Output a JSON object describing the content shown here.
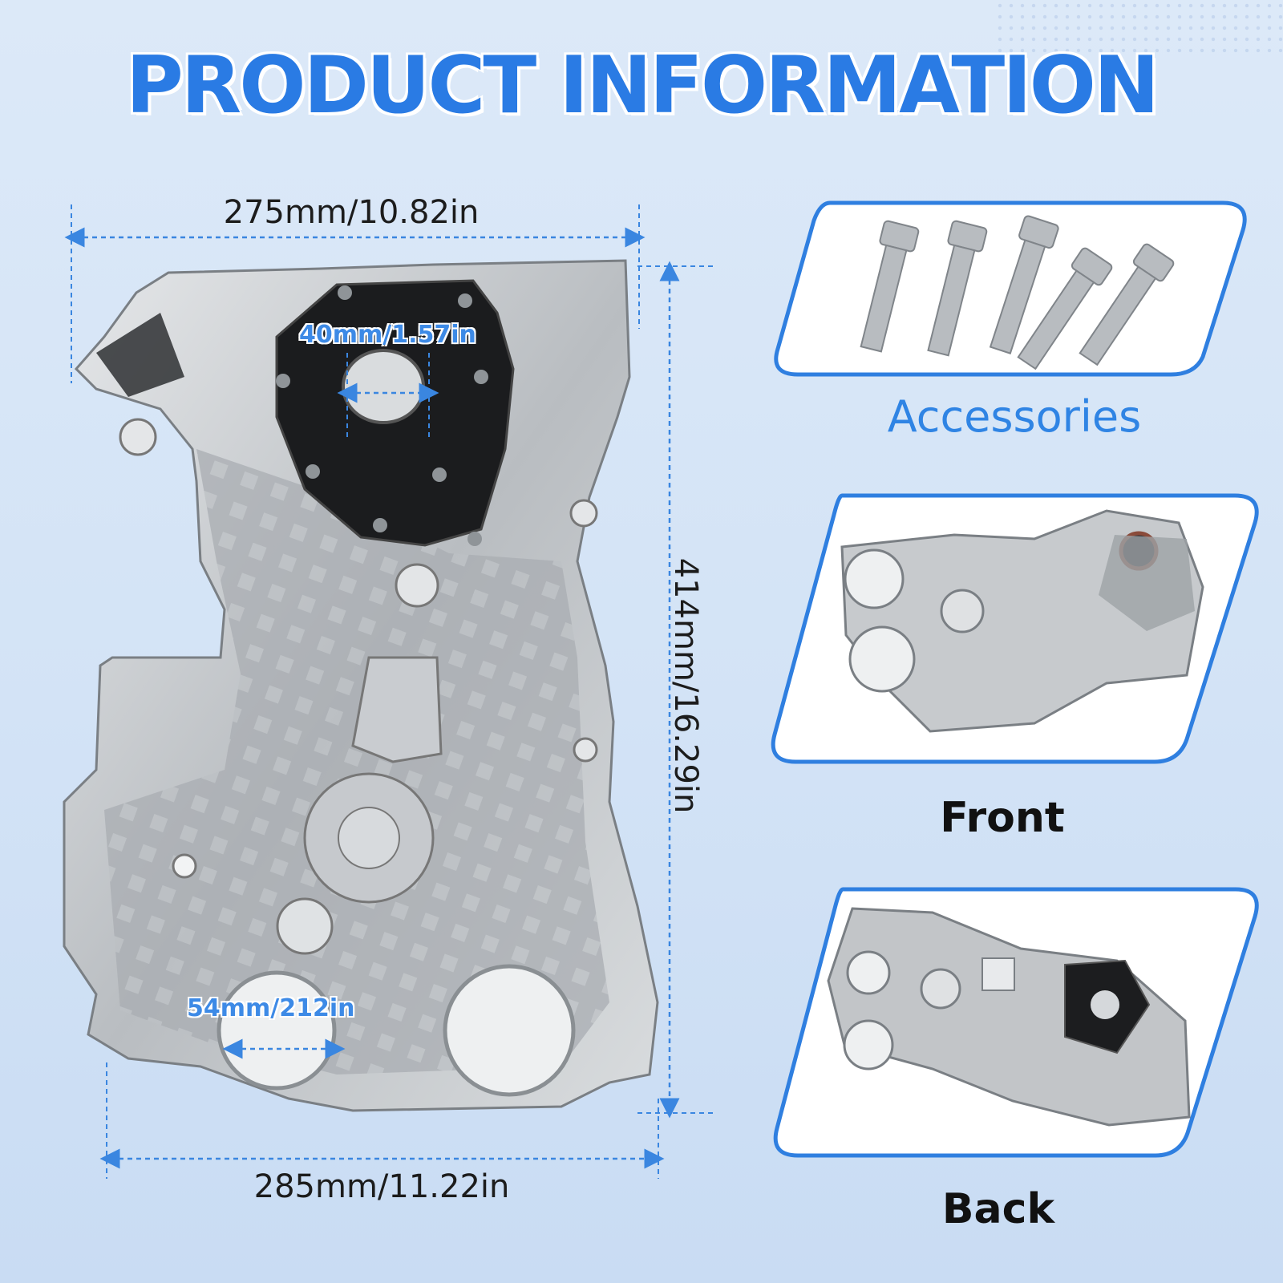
{
  "title": "PRODUCT INFORMATION",
  "dimensions": {
    "top_width": "275mm/10.82in",
    "bottom_width": "285mm/11.22in",
    "height": "414mm/16.29in",
    "upper_hole": "40mm/1.57in",
    "lower_hole": "54mm/212in"
  },
  "panels": {
    "accessories_label": "Accessories",
    "front_label": "Front",
    "back_label": "Back"
  },
  "colors": {
    "accent": "#2a7be4",
    "card_border": "#2f7fe0",
    "background": "#d5e5f7"
  }
}
